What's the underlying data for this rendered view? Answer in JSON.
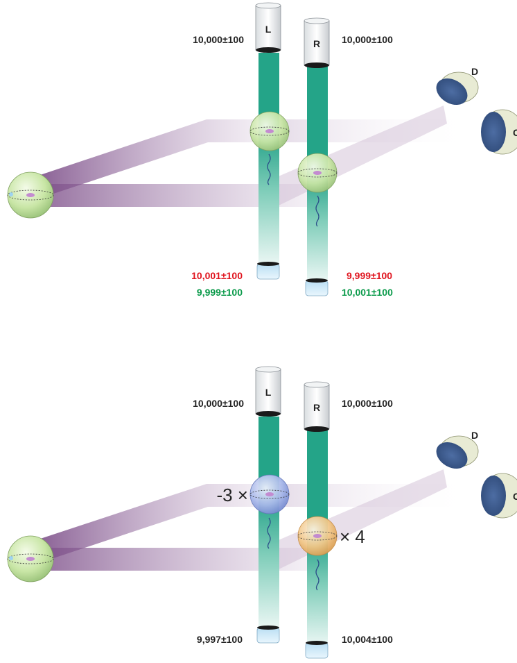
{
  "colors": {
    "red": "#e0141e",
    "green": "#0a9a4a",
    "dark": "#222222",
    "beam_purple": "#8a5c93",
    "beam_teal": "#2fae92",
    "sphere_green": "#c9e6a6",
    "sphere_blue": "#a9b9ea",
    "sphere_orange": "#f2c788",
    "mirror_blue": "#3c5a8c"
  },
  "top_panel": {
    "L_label": "L",
    "R_label": "R",
    "L_top_value": "10,000±100",
    "R_top_value": "10,000±100",
    "L_bottom_red": "10,001±100",
    "L_bottom_green": "9,999±100",
    "R_bottom_red": "9,999±100",
    "R_bottom_green": "10,001±100",
    "detector_D": "D",
    "detector_C": "C"
  },
  "bottom_panel": {
    "L_label": "L",
    "R_label": "R",
    "L_top_value": "10,000±100",
    "R_top_value": "10,000±100",
    "L_bottom_value": "9,997±100",
    "R_bottom_value": "10,004±100",
    "left_multiplier": "-3 ×",
    "right_multiplier": "× 4",
    "detector_D": "D",
    "detector_C": "C"
  }
}
